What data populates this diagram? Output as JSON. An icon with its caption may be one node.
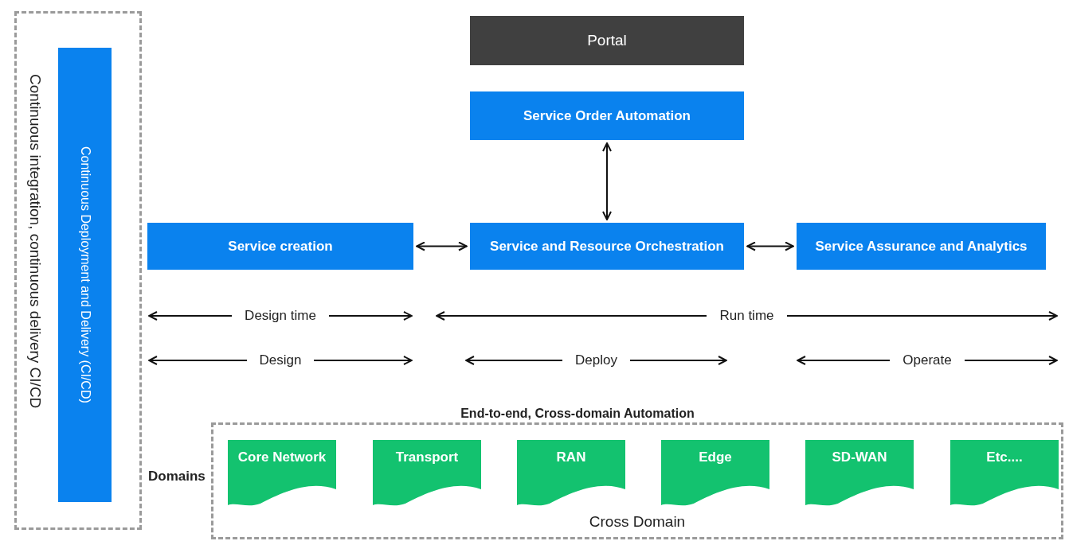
{
  "diagram": {
    "nodes": [
      {
        "text": [
          "Continuous integration, continuous delivery CI/CD"
        ]
      },
      {
        "text": [
          "Continuous Deployment and Delivery (CI/CD)"
        ],
        "in": 0
      },
      {
        "text": [
          "Portal"
        ]
      },
      {
        "text": [
          "Service Order Automation"
        ]
      },
      {
        "text": [
          "Service creation"
        ]
      },
      {
        "text": [
          "Service and Resource Orchestration"
        ]
      },
      {
        "text": [
          "Service Assurance and Analytics"
        ]
      },
      {
        "text": [
          "End-to-end, Cross-domain Automation",
          "Cross Domain"
        ]
      },
      {
        "text": [
          "Core Network"
        ],
        "in": 7
      },
      {
        "text": [
          "Transport"
        ],
        "in": 7
      },
      {
        "text": [
          "RAN"
        ],
        "in": 7
      },
      {
        "text": [
          "Edge"
        ],
        "in": 7
      },
      {
        "text": [
          "SD-WAN"
        ],
        "in": 7
      },
      {
        "text": [
          "Etc...."
        ],
        "in": 7
      }
    ],
    "edges": [
      {
        "from": 3,
        "to": 5,
        "arrow": "both"
      },
      {
        "from": 4,
        "to": 5,
        "arrow": "both"
      },
      {
        "from": 5,
        "to": 6,
        "arrow": "both"
      }
    ],
    "labels": [
      "Design time",
      "Run time",
      "Design",
      "Deploy",
      "Operate",
      "Domains"
    ]
  }
}
